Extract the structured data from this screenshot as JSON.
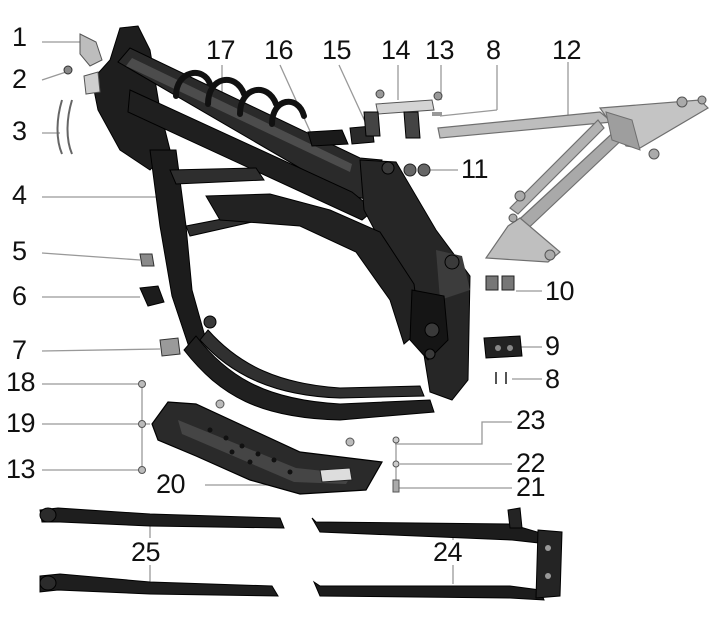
{
  "diagram": {
    "callouts": {
      "c1": "1",
      "c2": "2",
      "c3": "3",
      "c4": "4",
      "c5": "5",
      "c6": "6",
      "c7": "7",
      "c8a": "8",
      "c8b": "8",
      "c9": "9",
      "c10": "10",
      "c11": "11",
      "c12": "12",
      "c13a": "13",
      "c13b": "13",
      "c14": "14",
      "c15": "15",
      "c16": "16",
      "c17": "17",
      "c18": "18",
      "c19": "19",
      "c20": "20",
      "c21": "21",
      "c22": "22",
      "c23": "23",
      "c24": "24",
      "c25": "25"
    },
    "colors": {
      "frame": "#1c1c1c",
      "frame_highlight": "#4a4a4a",
      "subframe": "#b9b9b9",
      "subframe_edge": "#7a7a7a",
      "leader_line": "#999999"
    }
  }
}
